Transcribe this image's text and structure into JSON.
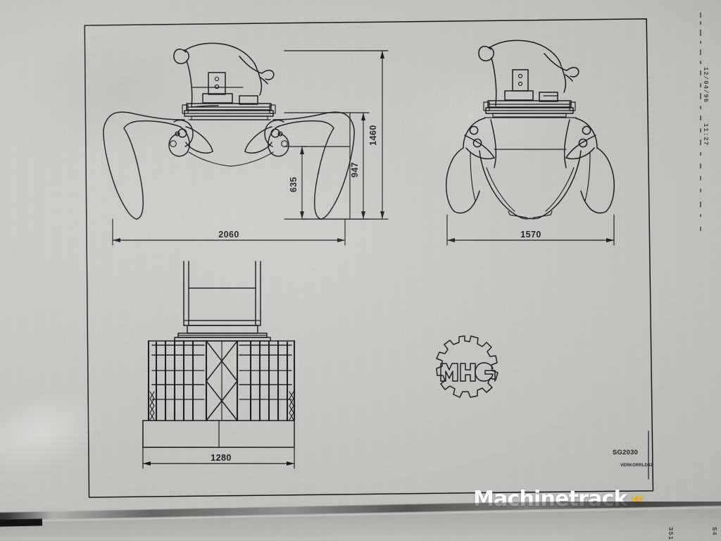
{
  "document": {
    "type": "engineering-drawing",
    "subject": "Hydraulic sorting / demolition grapple",
    "medium": "photographed photocopy of a dot-matrix CAD plot"
  },
  "drawing": {
    "part_number": "SG2030",
    "drawing_file": "VERKORRLD42",
    "logo_text": "MHG",
    "logo_shape": "gear-cog"
  },
  "views": [
    {
      "id": "side-view",
      "name": "Side elevation (grapple open)",
      "dimension_labels": [
        "2060",
        "1460",
        "947",
        "635"
      ]
    },
    {
      "id": "front-view",
      "name": "Front elevation (grapple closed)",
      "dimension_labels": [
        "1570"
      ]
    },
    {
      "id": "plan-view",
      "name": "Plan / tine view",
      "dimension_labels": [
        "1280"
      ]
    }
  ],
  "dimensions": {
    "overall_width_open": "2060",
    "overall_height": "1460",
    "height_to_pivot": "947",
    "jaw_depth": "635",
    "overall_width_closed": "1570",
    "tine_width": "1280"
  },
  "plot_header": {
    "date": "12/04/96",
    "time": "11:27"
  },
  "margin_marks": {
    "bottom_right_1": "351",
    "bottom_right_2": "54"
  },
  "watermark": {
    "text": "Machinetrack",
    "chevron": "«",
    "text_color": "#ffffff",
    "chevron_color": "#f5b51a"
  },
  "colors": {
    "paper": "#c6c6c3",
    "ink": "#17171a",
    "watermark_accent": "#f5b51a"
  }
}
